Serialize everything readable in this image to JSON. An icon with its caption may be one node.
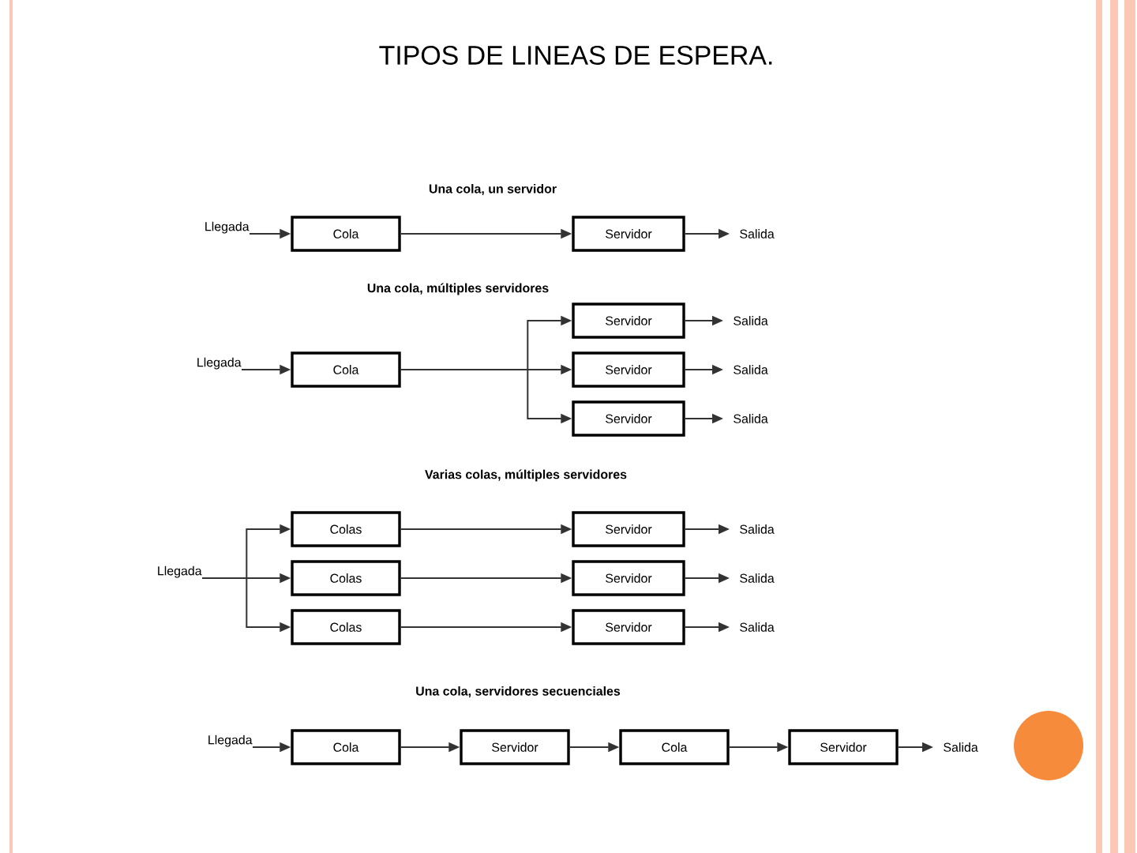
{
  "diagram": {
    "title": "TIPOS DE LINEAS DE ESPERA.",
    "nodes": [
      {
        "text": [
          "Llegada"
        ]
      },
      {
        "text": [
          "Cola"
        ]
      },
      {
        "text": [
          "Servidor"
        ]
      },
      {
        "text": [
          "Salida"
        ]
      },
      {
        "text": [
          "Llegada"
        ]
      },
      {
        "text": [
          "Cola"
        ]
      },
      {
        "text": [
          "Servidor"
        ]
      },
      {
        "text": [
          "Servidor"
        ]
      },
      {
        "text": [
          "Servidor"
        ]
      },
      {
        "text": [
          "Salida"
        ]
      },
      {
        "text": [
          "Salida"
        ]
      },
      {
        "text": [
          "Salida"
        ]
      },
      {
        "text": [
          "Llegada"
        ]
      },
      {
        "text": [
          "Colas"
        ]
      },
      {
        "text": [
          "Colas"
        ]
      },
      {
        "text": [
          "Colas"
        ]
      },
      {
        "text": [
          "Servidor"
        ]
      },
      {
        "text": [
          "Servidor"
        ]
      },
      {
        "text": [
          "Servidor"
        ]
      },
      {
        "text": [
          "Salida"
        ]
      },
      {
        "text": [
          "Salida"
        ]
      },
      {
        "text": [
          "Salida"
        ]
      },
      {
        "text": [
          "Llegada"
        ]
      },
      {
        "text": [
          "Cola"
        ]
      },
      {
        "text": [
          "Servidor"
        ]
      },
      {
        "text": [
          "Cola"
        ]
      },
      {
        "text": [
          "Servidor"
        ]
      },
      {
        "text": [
          "Salida"
        ]
      }
    ],
    "edges": [
      {
        "from": 0,
        "to": 1,
        "arrow": "to"
      },
      {
        "from": 1,
        "to": 2,
        "arrow": "to"
      },
      {
        "from": 2,
        "to": 3,
        "arrow": "to"
      },
      {
        "from": 4,
        "to": 5,
        "arrow": "to"
      },
      {
        "from": 5,
        "to": 6,
        "arrow": "to"
      },
      {
        "from": 5,
        "to": 7,
        "arrow": "to"
      },
      {
        "from": 5,
        "to": 8,
        "arrow": "to"
      },
      {
        "from": 6,
        "to": 9,
        "arrow": "to"
      },
      {
        "from": 7,
        "to": 10,
        "arrow": "to"
      },
      {
        "from": 8,
        "to": 11,
        "arrow": "to"
      },
      {
        "from": 12,
        "to": 13,
        "arrow": "to"
      },
      {
        "from": 12,
        "to": 14,
        "arrow": "to"
      },
      {
        "from": 12,
        "to": 15,
        "arrow": "to"
      },
      {
        "from": 13,
        "to": 16,
        "arrow": "to"
      },
      {
        "from": 14,
        "to": 17,
        "arrow": "to"
      },
      {
        "from": 15,
        "to": 18,
        "arrow": "to"
      },
      {
        "from": 16,
        "to": 19,
        "arrow": "to"
      },
      {
        "from": 17,
        "to": 20,
        "arrow": "to"
      },
      {
        "from": 18,
        "to": 21,
        "arrow": "to"
      },
      {
        "from": 22,
        "to": 23,
        "arrow": "to"
      },
      {
        "from": 23,
        "to": 24,
        "arrow": "to"
      },
      {
        "from": 24,
        "to": 25,
        "arrow": "to"
      },
      {
        "from": 25,
        "to": 26,
        "arrow": "to"
      },
      {
        "from": 26,
        "to": 27,
        "arrow": "to"
      }
    ],
    "labels": [
      "Una cola, un servidor",
      "Una cola, múltiples servidores",
      "Varias colas, múltiples servidores",
      "Una cola, servidores secuenciales"
    ]
  }
}
